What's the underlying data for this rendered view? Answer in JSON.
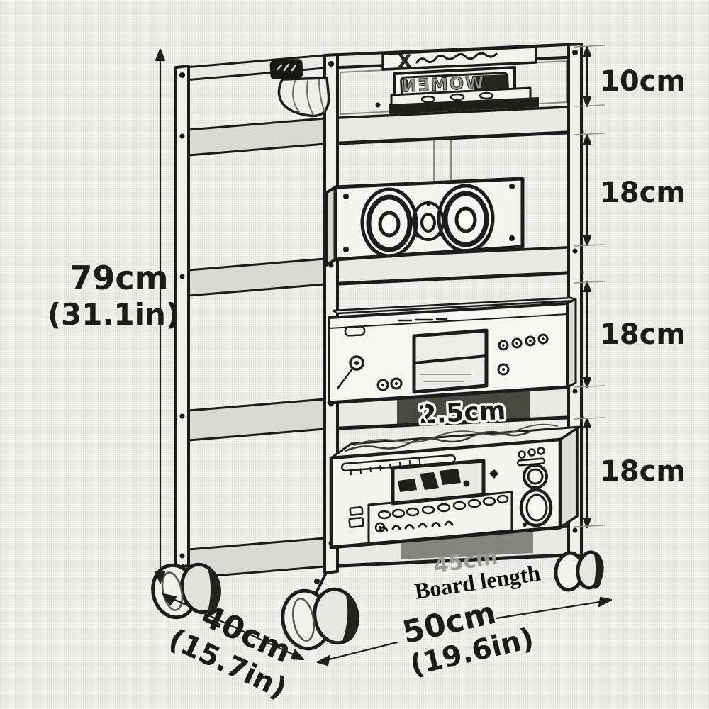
{
  "diagram_type": "product-dimension-sketch",
  "subject": "4-tier hifi audio rack cart with casters",
  "annotations": {
    "height": {
      "value": "79cm",
      "imperial": "(31.1in)"
    },
    "tier_gaps": [
      {
        "label": "10cm"
      },
      {
        "label": "18cm"
      },
      {
        "label": "18cm"
      },
      {
        "label": "18cm"
      }
    ],
    "board_thickness": {
      "label": "2.5cm"
    },
    "board_length": {
      "value": "45cm",
      "label": "Board length"
    },
    "depth": {
      "value": "40cm",
      "imperial": "(15.7in)"
    },
    "width": {
      "value": "50cm",
      "imperial": "(19.6in)"
    }
  },
  "sketch": {
    "book_spine_text": "WOMEN",
    "book_top_mark": "X"
  },
  "colors": {
    "ink": "#1c1c1c",
    "background": "#ebebe9",
    "board_face": "#e8e8e4",
    "board_side": "#d9d9d5",
    "equipment_face": "#f3f3f0",
    "dark_band": "#32322e",
    "faint_text": "#9b9b96"
  }
}
